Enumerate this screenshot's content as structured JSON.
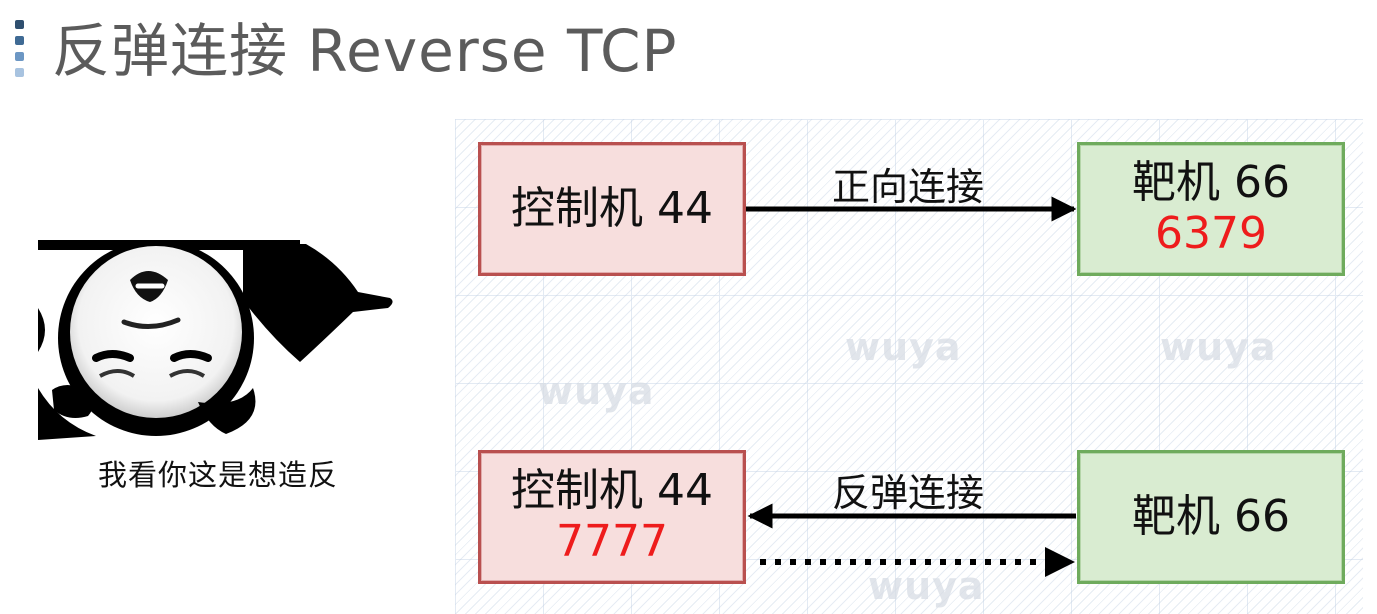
{
  "slide": {
    "title": "反弹连接 Reverse TCP",
    "marker_colors": [
      "#2f4f6f",
      "#3f6a94",
      "#6c97c4",
      "#a8c3e0"
    ]
  },
  "meme": {
    "caption": "我看你这是想造反",
    "description_icon": "upside-down-panda-face-meme"
  },
  "diagram": {
    "watermark": "wuya",
    "forward": {
      "controller": {
        "label": "控制机 44"
      },
      "target": {
        "label": "靶机 66",
        "port": "6379"
      },
      "edge_label": "正向连接"
    },
    "reverse": {
      "controller": {
        "label": "控制机 44",
        "port": "7777"
      },
      "target": {
        "label": "靶机 66"
      },
      "edge_label": "反弹连接"
    },
    "colors": {
      "controller_fill": "#f7dedd",
      "controller_border": "#b9504f",
      "target_fill": "#d9ecd1",
      "target_border": "#6fab5d",
      "port_text": "#ee1c1c",
      "arrow": "#000000"
    }
  }
}
